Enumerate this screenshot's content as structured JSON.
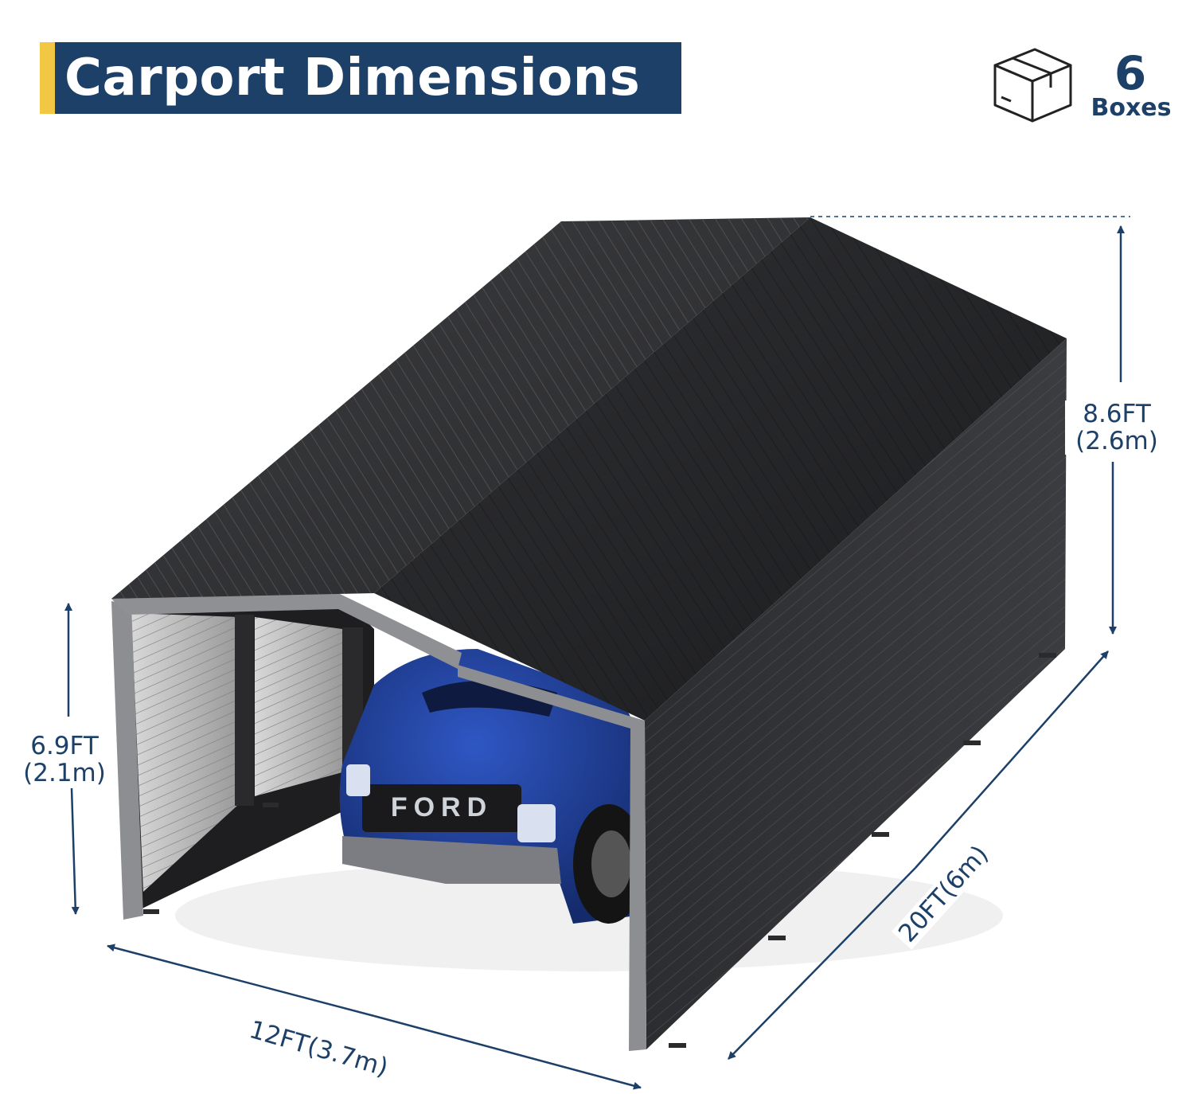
{
  "title": "Carport Dimensions",
  "package": {
    "count": "6",
    "label": "Boxes",
    "icon": "box-icon"
  },
  "dimensions": {
    "height_total": {
      "ft": "8.6FT",
      "m": "(2.6m)"
    },
    "height_side": {
      "ft": "6.9FT",
      "m": "(2.1m)"
    },
    "width": "12FT(3.7m)",
    "length": "20FT(6m)"
  },
  "colors": {
    "title_bg": "#1d4068",
    "title_accent": "#f2c744",
    "dimension_text": "#1d4068",
    "roof_panel": "#2b2c2e",
    "truck_body": "#1f3f9a"
  }
}
